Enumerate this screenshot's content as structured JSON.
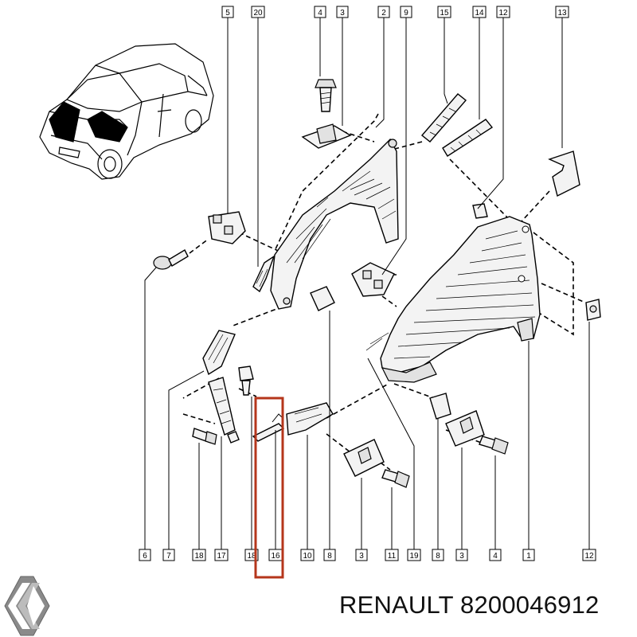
{
  "caption": "RENAULT 8200046912",
  "highlight_color": "#b5361b",
  "highlighted_label": "16",
  "top_labels": [
    "5",
    "20",
    "4",
    "3",
    "2",
    "9",
    "15",
    "14",
    "12",
    "13"
  ],
  "bottom_labels": [
    "6",
    "7",
    "18",
    "17",
    "18",
    "16",
    "10",
    "8",
    "3",
    "11",
    "19",
    "8",
    "3",
    "4",
    "1",
    "12"
  ],
  "logo_icon": "renault-diamond-logo"
}
